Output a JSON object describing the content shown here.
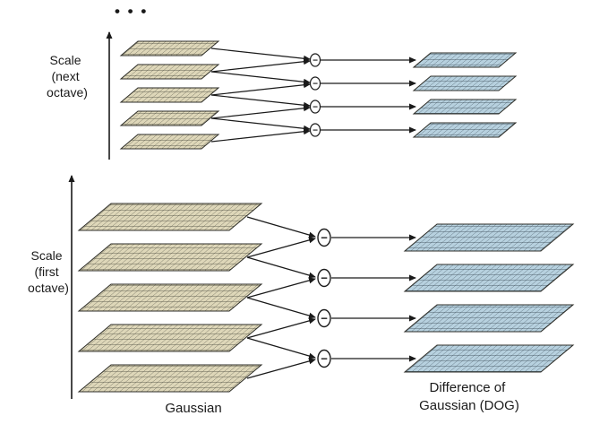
{
  "labels": {
    "ellipsis": "• • •",
    "scale_next": [
      "Scale",
      "(next",
      "octave)"
    ],
    "scale_first": [
      "Scale",
      "(first",
      "octave)"
    ],
    "gaussian": "Gaussian",
    "dog_line1": "Difference of",
    "dog_line2": "Gaussian (DOG)",
    "minus": "−"
  },
  "colors": {
    "gaussian_fill": "#ded7b9",
    "gaussian_grid": "#4a4a3e",
    "dog_fill": "#b7d1df",
    "dog_grid": "#3c4c58",
    "outline": "#2e2e28",
    "arrow": "#1a1a1a",
    "background": "#ffffff"
  },
  "structure": {
    "octaves": [
      {
        "name": "first octave",
        "gaussian_levels": 5,
        "dog_levels": 4
      },
      {
        "name": "next octave",
        "gaussian_levels": 5,
        "dog_levels": 4
      }
    ]
  }
}
